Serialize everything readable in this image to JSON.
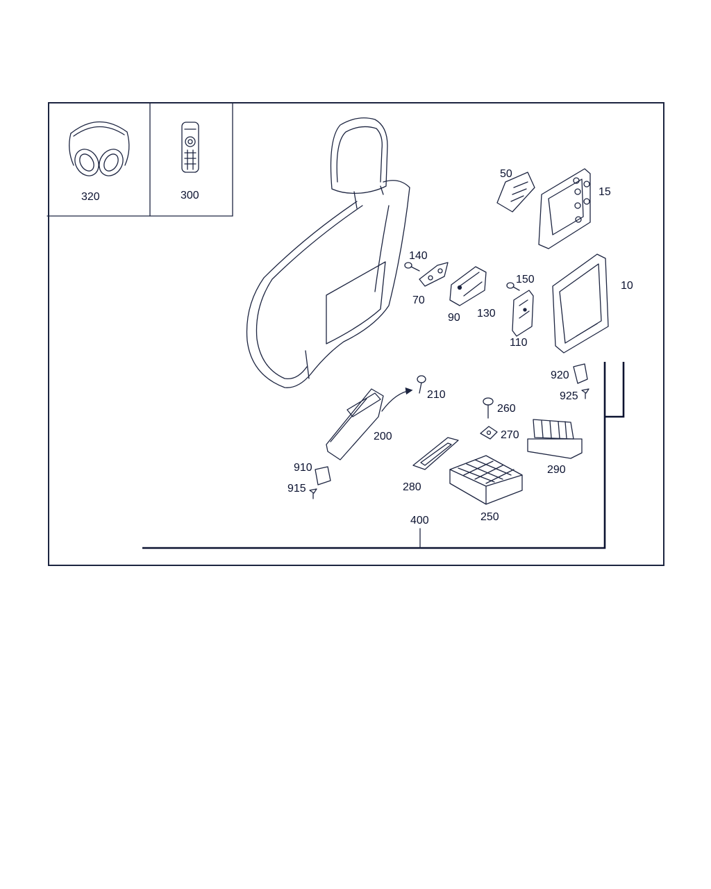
{
  "diagram": {
    "labels": {
      "p320": "320",
      "p300": "300",
      "p50": "50",
      "p15": "15",
      "p140": "140",
      "p70": "70",
      "p90": "90",
      "p150": "150",
      "p130": "130",
      "p110": "110",
      "p10": "10",
      "p920": "920",
      "p925": "925",
      "p210": "210",
      "p260": "260",
      "p200": "200",
      "p270": "270",
      "p290": "290",
      "p910": "910",
      "p915": "915",
      "p280": "280",
      "p250": "250",
      "p400": "400"
    }
  },
  "colors": {
    "line": "#1c2440",
    "text": "#0b1230",
    "background": "#ffffff"
  }
}
